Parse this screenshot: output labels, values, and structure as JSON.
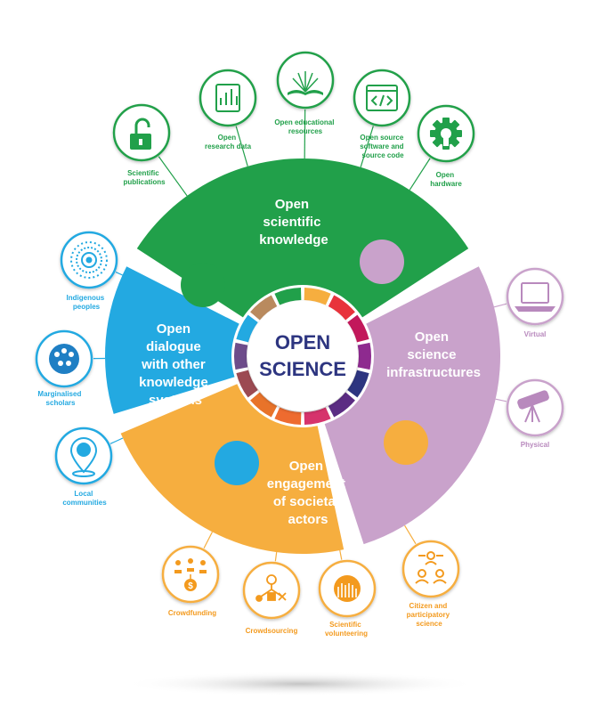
{
  "core": {
    "line1": "OPEN",
    "line2": "SCIENCE"
  },
  "colors": {
    "knowledge": "#21a04a",
    "infrastructures": "#c9a2cb",
    "engagement": "#f6ae3f",
    "dialogue": "#23a9e1",
    "core_text": "#2d3580"
  },
  "segments": {
    "knowledge": {
      "lines": [
        "Open",
        "scientific",
        "knowledge"
      ]
    },
    "infrastructures": {
      "lines": [
        "Open",
        "science",
        "infrastructures"
      ]
    },
    "engagement": {
      "lines": [
        "Open",
        "engagement",
        "of societal",
        "actors"
      ]
    },
    "dialogue": {
      "lines": [
        "Open",
        "dialogue",
        "with other",
        "knowledge",
        "systems"
      ]
    }
  },
  "satellites": {
    "scientific_publications": {
      "icon": "open-padlock-icon",
      "lines": [
        "Scientific",
        "publications"
      ]
    },
    "open_research_data": {
      "icon": "data-chart-icon",
      "lines": [
        "Open",
        "research data"
      ]
    },
    "open_educational_resources": {
      "icon": "open-book-icon",
      "lines": [
        "Open educational",
        "resources"
      ]
    },
    "open_source_software": {
      "icon": "code-window-icon",
      "lines": [
        "Open source",
        "software and",
        "source code"
      ]
    },
    "open_hardware": {
      "icon": "gear-icon",
      "lines": [
        "Open",
        "hardware"
      ]
    },
    "virtual": {
      "icon": "laptop-icon",
      "lines": [
        "Virtual"
      ]
    },
    "physical": {
      "icon": "telescope-icon",
      "lines": [
        "Physical"
      ]
    },
    "citizen_science": {
      "icon": "people-group-icon",
      "lines": [
        "Citizen and",
        "participatory",
        "science"
      ]
    },
    "scientific_volunteering": {
      "icon": "raised-hands-icon",
      "lines": [
        "Scientific",
        "volunteering"
      ]
    },
    "crowdsourcing": {
      "icon": "crowdsourcing-icon",
      "lines": [
        "Crowdsourcing"
      ]
    },
    "crowdfunding": {
      "icon": "crowdfunding-icon",
      "lines": [
        "Crowdfunding"
      ]
    },
    "local_communities": {
      "icon": "location-pin-icon",
      "lines": [
        "Local",
        "communities"
      ]
    },
    "marginalised_scholars": {
      "icon": "scholars-group-icon",
      "lines": [
        "Marginalised",
        "scholars"
      ]
    },
    "indigenous_peoples": {
      "icon": "concentric-pattern-icon",
      "lines": [
        "Indigenous",
        "peoples"
      ]
    }
  }
}
